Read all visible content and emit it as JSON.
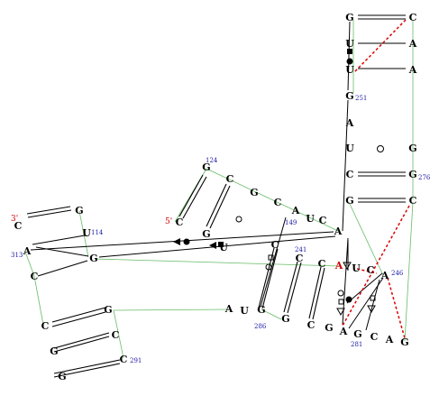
{
  "diagram": {
    "nucleotides": [
      {
        "t": "G"
      },
      {
        "t": "C"
      },
      {
        "t": "U"
      },
      {
        "t": "A"
      },
      {
        "t": "U"
      },
      {
        "t": "A"
      },
      {
        "t": "G"
      },
      {
        "t": "A"
      },
      {
        "t": "U"
      },
      {
        "t": "G"
      },
      {
        "t": "C"
      },
      {
        "t": "G"
      },
      {
        "t": "G"
      },
      {
        "t": "C"
      },
      {
        "t": "G"
      },
      {
        "t": "C"
      },
      {
        "t": "G"
      },
      {
        "t": "C"
      },
      {
        "t": "A"
      },
      {
        "t": "C"
      },
      {
        "t": "U"
      },
      {
        "t": "C"
      },
      {
        "t": "G"
      },
      {
        "t": "A"
      },
      {
        "t": "C"
      },
      {
        "t": "G"
      },
      {
        "t": "U"
      },
      {
        "t": "A"
      },
      {
        "t": "C"
      },
      {
        "t": "G"
      },
      {
        "t": "U"
      },
      {
        "t": "U"
      },
      {
        "t": "C"
      },
      {
        "t": "A"
      },
      {
        "t": "G"
      },
      {
        "t": "C"
      },
      {
        "t": "C"
      },
      {
        "t": "G"
      },
      {
        "t": "C"
      },
      {
        "t": "A"
      },
      {
        "t": "U"
      },
      {
        "t": "C"
      },
      {
        "t": "A"
      },
      {
        "t": "A"
      },
      {
        "t": "G"
      },
      {
        "t": "G"
      },
      {
        "t": "C"
      },
      {
        "t": "C"
      },
      {
        "t": "A"
      },
      {
        "t": "G"
      },
      {
        "t": "G"
      },
      {
        "t": "C"
      },
      {
        "t": "G"
      },
      {
        "t": "C"
      },
      {
        "t": "G"
      },
      {
        "t": "C"
      }
    ],
    "residue_numbers": [
      "251",
      "276",
      "124",
      "149",
      "114",
      "313",
      "241",
      "246",
      "286",
      "281",
      "291"
    ],
    "strand_end_labels": [
      "3'",
      "5'"
    ]
  }
}
